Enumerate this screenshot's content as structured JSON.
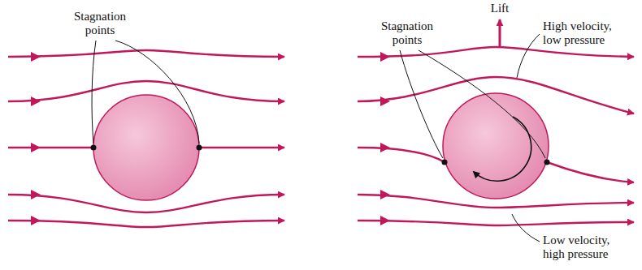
{
  "diagram": {
    "labels": [
      "Stagnation points",
      "Stagnation points",
      "Lift",
      "High velocity, low pressure",
      "Low velocity, high pressure"
    ]
  }
}
